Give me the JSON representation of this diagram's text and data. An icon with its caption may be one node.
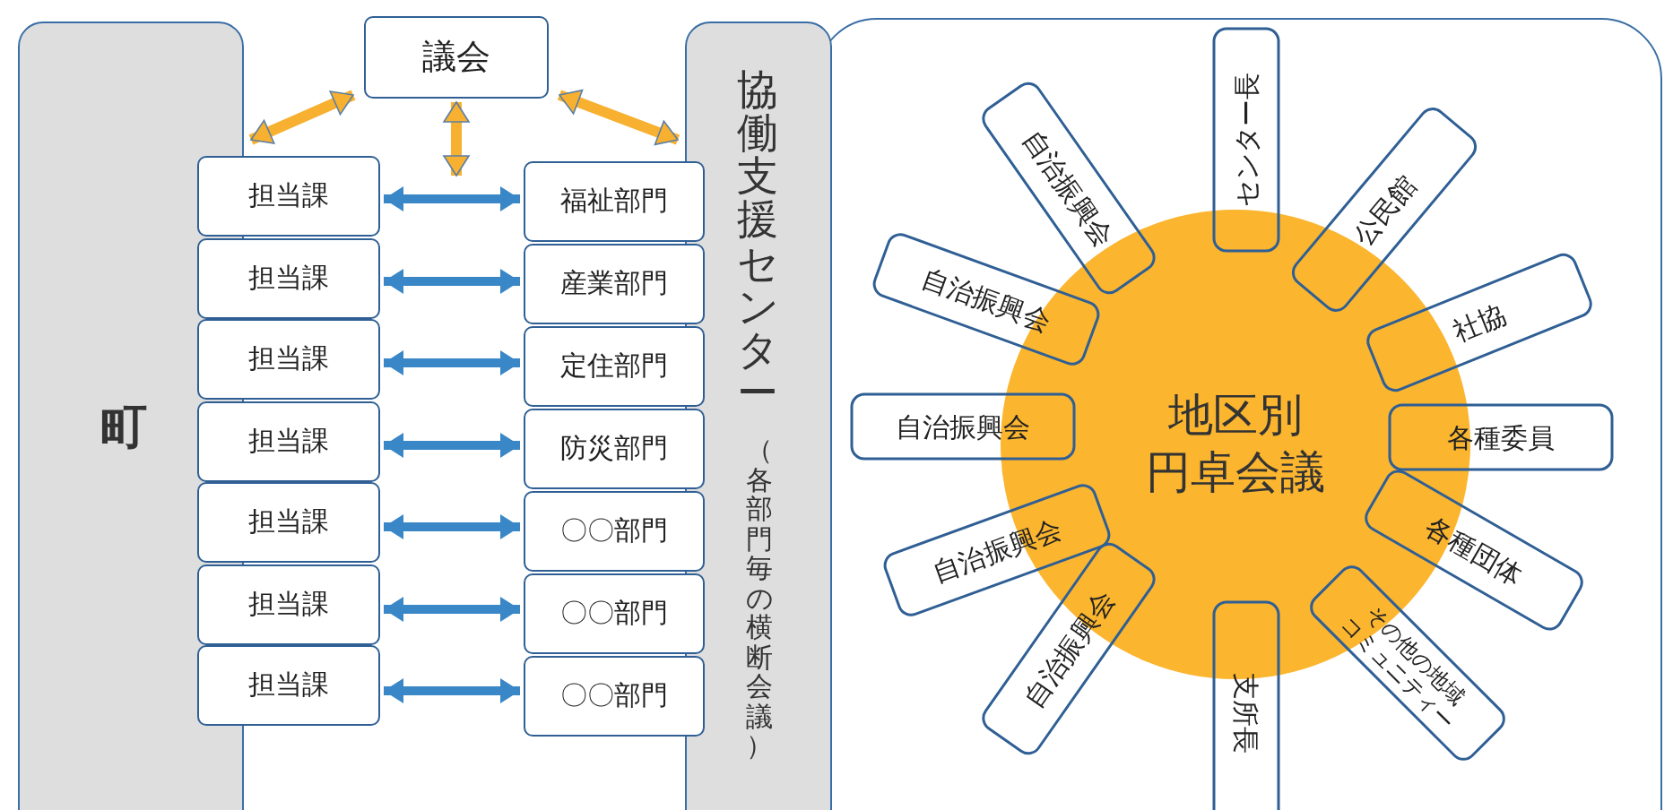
{
  "diagram": {
    "nodes": [
      {
        "text": [
          "町"
        ]
      },
      {
        "text": [
          "議会"
        ]
      },
      {
        "text": [
          "担当課"
        ]
      },
      {
        "text": [
          "担当課"
        ]
      },
      {
        "text": [
          "担当課"
        ]
      },
      {
        "text": [
          "担当課"
        ]
      },
      {
        "text": [
          "担当課"
        ]
      },
      {
        "text": [
          "担当課"
        ]
      },
      {
        "text": [
          "担当課"
        ]
      },
      {
        "text": [
          "福祉部門"
        ]
      },
      {
        "text": [
          "産業部門"
        ]
      },
      {
        "text": [
          "定住部門"
        ]
      },
      {
        "text": [
          "防災部門"
        ]
      },
      {
        "text": [
          "〇〇部門"
        ]
      },
      {
        "text": [
          "〇〇部門"
        ]
      },
      {
        "text": [
          "〇〇部門"
        ]
      },
      {
        "text": [
          "協働支援センター",
          "（各部門毎の横断会議）"
        ]
      },
      {
        "text": [
          "地区別",
          "円卓会議"
        ]
      },
      {
        "text": [
          "センター長"
        ]
      },
      {
        "text": [
          "公民館"
        ]
      },
      {
        "text": [
          "社協"
        ]
      },
      {
        "text": [
          "各種委員"
        ]
      },
      {
        "text": [
          "各種団体"
        ]
      },
      {
        "text": [
          "その他の地域コミュニティー"
        ]
      },
      {
        "text": [
          "支所長"
        ]
      },
      {
        "text": [
          "自治振興会"
        ]
      },
      {
        "text": [
          "自治振興会"
        ]
      },
      {
        "text": [
          "自治振興会"
        ]
      },
      {
        "text": [
          "自治振興会"
        ]
      },
      {
        "text": [
          "自治振興会"
        ]
      }
    ],
    "edges": [
      {
        "from": 2,
        "to": 9,
        "arrow": "both"
      },
      {
        "from": 3,
        "to": 10,
        "arrow": "both"
      },
      {
        "from": 4,
        "to": 11,
        "arrow": "both"
      },
      {
        "from": 5,
        "to": 12,
        "arrow": "both"
      },
      {
        "from": 6,
        "to": 13,
        "arrow": "both"
      },
      {
        "from": 7,
        "to": 14,
        "arrow": "both"
      },
      {
        "from": 8,
        "to": 15,
        "arrow": "both"
      },
      {
        "from": 1,
        "to": 0,
        "arrow": "both",
        "color": "#f7b02f"
      },
      {
        "from": 1,
        "to": 9,
        "arrow": "both",
        "color": "#f7b02f"
      },
      {
        "from": 1,
        "to": 16,
        "arrow": "both",
        "color": "#f7b02f"
      }
    ]
  }
}
